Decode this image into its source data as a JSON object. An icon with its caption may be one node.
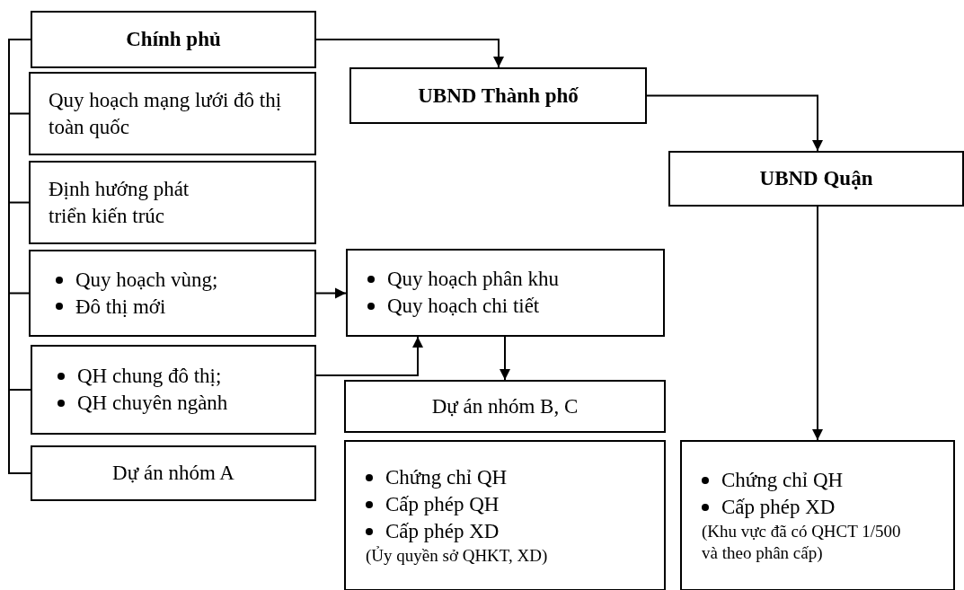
{
  "diagram": {
    "nodes": [
      {
        "text": [
          "Chính phủ"
        ]
      },
      {
        "text": [
          "Quy hoạch mạng lưới đô thị toàn quốc"
        ]
      },
      {
        "text": [
          "Định hướng phát triển kiến trúc"
        ]
      },
      {
        "text": [
          "Quy hoạch vùng;",
          "Đô thị mới"
        ]
      },
      {
        "text": [
          "QH chung đô thị;",
          "QH chuyên ngành"
        ]
      },
      {
        "text": [
          "Dự án nhóm A"
        ]
      },
      {
        "text": [
          "UBND Thành phố"
        ]
      },
      {
        "text": [
          "Quy hoạch phân khu",
          "Quy hoạch chi tiết"
        ]
      },
      {
        "text": [
          "Dự án nhóm B, C"
        ]
      },
      {
        "text": [
          "Chứng chỉ QH",
          "Cấp phép QH",
          "Cấp phép XD",
          "(Ủy quyền sở QHKT, XD)"
        ]
      },
      {
        "text": [
          "UBND Quận"
        ]
      },
      {
        "text": [
          "Chứng chỉ QH",
          "Cấp phép XD",
          "(Khu vực đã có QHCT 1/500 và theo phân cấp)"
        ]
      }
    ],
    "edges": [
      {
        "from": 0,
        "to": 1,
        "arrow": "none"
      },
      {
        "from": 0,
        "to": 2,
        "arrow": "none"
      },
      {
        "from": 0,
        "to": 3,
        "arrow": "none"
      },
      {
        "from": 0,
        "to": 4,
        "arrow": "none"
      },
      {
        "from": 0,
        "to": 5,
        "arrow": "none"
      },
      {
        "from": 0,
        "to": 6,
        "arrow": "to"
      },
      {
        "from": 6,
        "to": 10,
        "arrow": "to"
      },
      {
        "from": 3,
        "to": 7,
        "arrow": "to"
      },
      {
        "from": 4,
        "to": 7,
        "arrow": "to"
      },
      {
        "from": 7,
        "to": 8,
        "arrow": "to"
      },
      {
        "from": 10,
        "to": 11,
        "arrow": "to"
      }
    ]
  }
}
